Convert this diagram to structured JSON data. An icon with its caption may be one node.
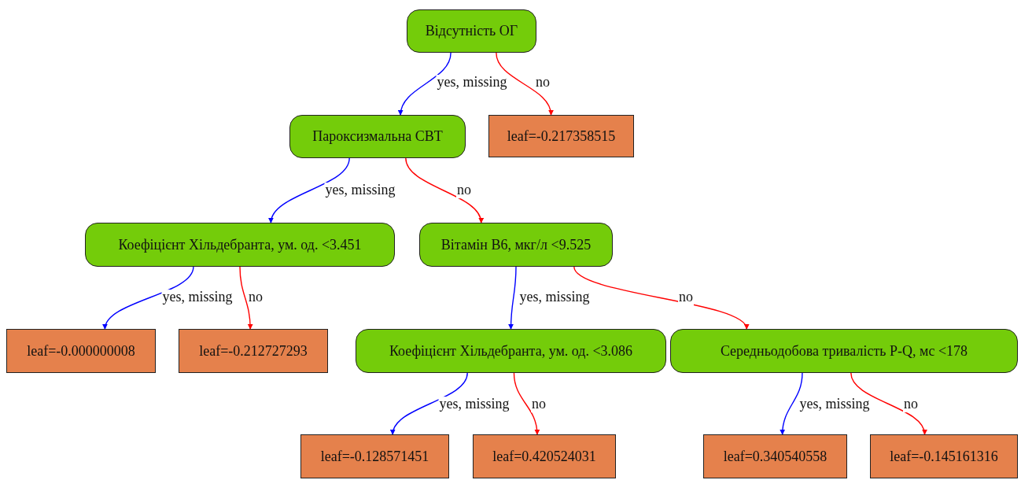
{
  "diagram": {
    "nodes": [
      {
        "text": [
          "Відсутність ОГ"
        ]
      },
      {
        "text": [
          "Пароксизмальна СВТ"
        ]
      },
      {
        "text": [
          "leaf=-0.217358515"
        ]
      },
      {
        "text": [
          "Коефіцієнт Хільдебранта, ум. од. <3.451"
        ]
      },
      {
        "text": [
          "Вітамін В6, мкг/л <9.525"
        ]
      },
      {
        "text": [
          "leaf=-0.000000008"
        ]
      },
      {
        "text": [
          "leaf=-0.212727293"
        ]
      },
      {
        "text": [
          "Коефіцієнт Хільдебранта, ум. од. <3.086"
        ]
      },
      {
        "text": [
          "Середньодобова тривалість P-Q, мс <178"
        ]
      },
      {
        "text": [
          "leaf=-0.128571451"
        ]
      },
      {
        "text": [
          "leaf=0.420524031"
        ]
      },
      {
        "text": [
          "leaf=0.340540558"
        ]
      },
      {
        "text": [
          "leaf=-0.145161316"
        ]
      }
    ],
    "edges": [
      {
        "from": 0,
        "to": 1,
        "arrow": "to",
        "label": "yes, missing",
        "color": "#0000ff"
      },
      {
        "from": 0,
        "to": 2,
        "arrow": "to",
        "label": "no",
        "color": "#ff0000"
      },
      {
        "from": 1,
        "to": 3,
        "arrow": "to",
        "label": "yes, missing",
        "color": "#0000ff"
      },
      {
        "from": 1,
        "to": 4,
        "arrow": "to",
        "label": "no",
        "color": "#ff0000"
      },
      {
        "from": 3,
        "to": 5,
        "arrow": "to",
        "label": "yes, missing",
        "color": "#0000ff"
      },
      {
        "from": 3,
        "to": 6,
        "arrow": "to",
        "label": "no",
        "color": "#ff0000"
      },
      {
        "from": 4,
        "to": 7,
        "arrow": "to",
        "label": "yes, missing",
        "color": "#0000ff"
      },
      {
        "from": 4,
        "to": 8,
        "arrow": "to",
        "label": "no",
        "color": "#ff0000"
      },
      {
        "from": 7,
        "to": 9,
        "arrow": "to",
        "label": "yes, missing",
        "color": "#0000ff"
      },
      {
        "from": 7,
        "to": 10,
        "arrow": "to",
        "label": "no",
        "color": "#ff0000"
      },
      {
        "from": 8,
        "to": 11,
        "arrow": "to",
        "label": "yes, missing",
        "color": "#0000ff"
      },
      {
        "from": 8,
        "to": 12,
        "arrow": "to",
        "label": "no",
        "color": "#ff0000"
      }
    ]
  }
}
